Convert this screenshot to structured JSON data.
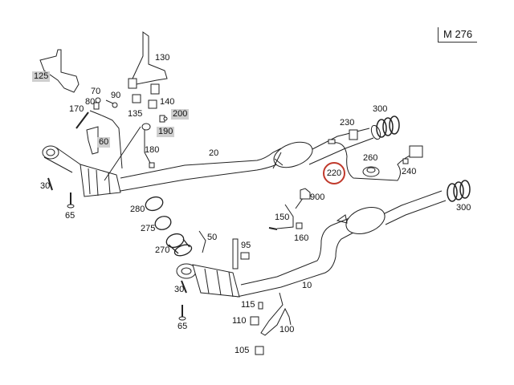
{
  "diagram": {
    "model_tag": "M 276",
    "highlight_color": "#c0392b",
    "label_bg_color": "#cfcfcf",
    "parts": [
      {
        "id": "p125",
        "label": "125",
        "style": "hl"
      },
      {
        "id": "p130",
        "label": "130",
        "style": "plain"
      },
      {
        "id": "p70",
        "label": "70",
        "style": "plain"
      },
      {
        "id": "p90",
        "label": "90",
        "style": "plain"
      },
      {
        "id": "p80",
        "label": "80",
        "style": "plain"
      },
      {
        "id": "p170",
        "label": "170",
        "style": "plain"
      },
      {
        "id": "p135",
        "label": "135",
        "style": "plain"
      },
      {
        "id": "p140",
        "label": "140",
        "style": "plain"
      },
      {
        "id": "p200",
        "label": "200",
        "style": "hl"
      },
      {
        "id": "p190",
        "label": "190",
        "style": "hl"
      },
      {
        "id": "p60",
        "label": "60",
        "style": "hl"
      },
      {
        "id": "p180",
        "label": "180",
        "style": "plain"
      },
      {
        "id": "p20",
        "label": "20",
        "style": "plain"
      },
      {
        "id": "p30a",
        "label": "30",
        "style": "plain"
      },
      {
        "id": "p65a",
        "label": "65",
        "style": "plain"
      },
      {
        "id": "p230",
        "label": "230",
        "style": "plain"
      },
      {
        "id": "p300a",
        "label": "300",
        "style": "plain"
      },
      {
        "id": "p260",
        "label": "260",
        "style": "plain"
      },
      {
        "id": "p220",
        "label": "220",
        "style": "circ"
      },
      {
        "id": "p240",
        "label": "240",
        "style": "plain"
      },
      {
        "id": "p300b",
        "label": "300",
        "style": "plain"
      },
      {
        "id": "p900",
        "label": "900",
        "style": "plain"
      },
      {
        "id": "p150",
        "label": "150",
        "style": "plain"
      },
      {
        "id": "p160",
        "label": "160",
        "style": "plain"
      },
      {
        "id": "p280",
        "label": "280",
        "style": "plain"
      },
      {
        "id": "p275",
        "label": "275",
        "style": "plain"
      },
      {
        "id": "p50",
        "label": "50",
        "style": "plain"
      },
      {
        "id": "p270",
        "label": "270",
        "style": "plain"
      },
      {
        "id": "p95",
        "label": "95",
        "style": "plain"
      },
      {
        "id": "p10",
        "label": "10",
        "style": "plain"
      },
      {
        "id": "p30b",
        "label": "30",
        "style": "plain"
      },
      {
        "id": "p65b",
        "label": "65",
        "style": "plain"
      },
      {
        "id": "p115",
        "label": "115",
        "style": "plain"
      },
      {
        "id": "p110",
        "label": "110",
        "style": "plain"
      },
      {
        "id": "p100",
        "label": "100",
        "style": "plain"
      },
      {
        "id": "p105",
        "label": "105",
        "style": "plain"
      }
    ]
  }
}
